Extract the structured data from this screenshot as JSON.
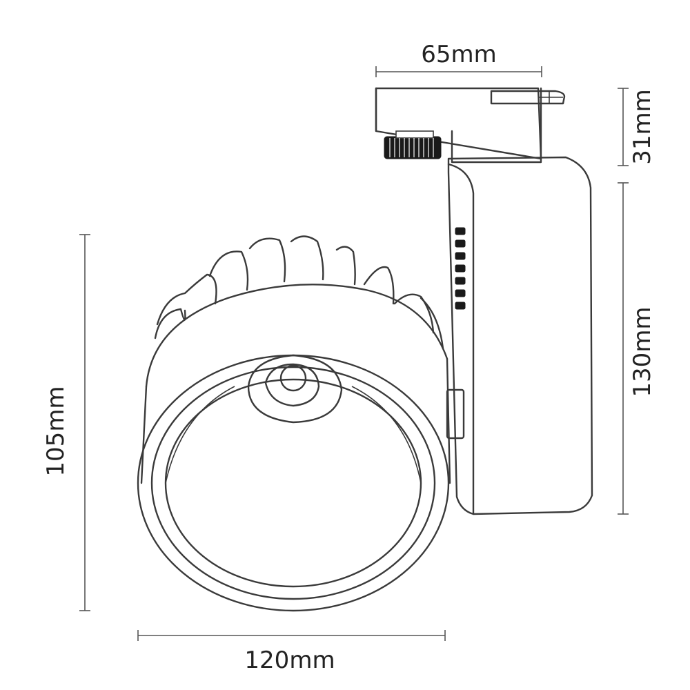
{
  "dimensions": {
    "top_width": "65mm",
    "mount_height": "31mm",
    "body_height": "130mm",
    "head_height": "105mm",
    "head_width": "120mm"
  }
}
